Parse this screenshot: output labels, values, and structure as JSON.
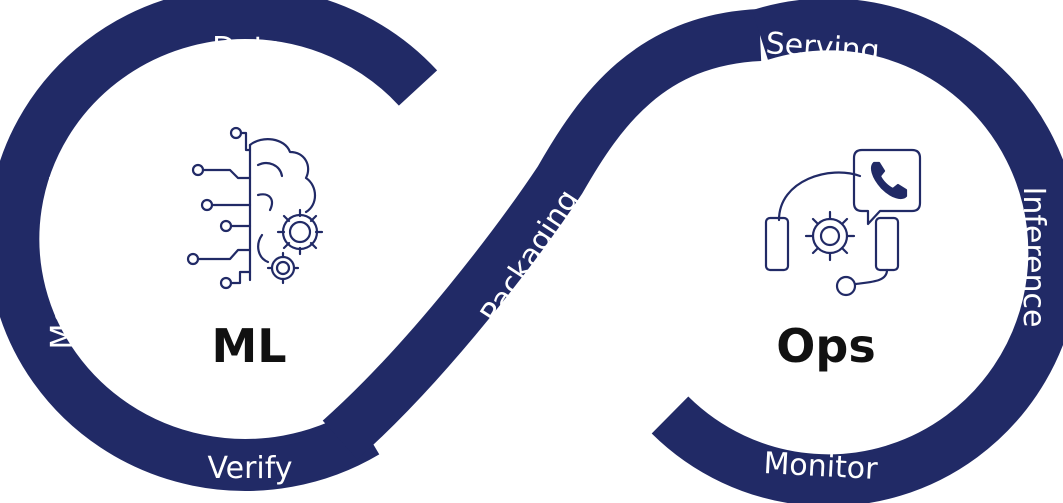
{
  "colors": {
    "band": "#212a66",
    "band_text": "#ffffff",
    "icon_stroke": "#212a66",
    "center_text": "#111111"
  },
  "band_labels": {
    "data": "Data",
    "model_build": "Model Build",
    "verify": "Verify",
    "packaging": "Packaging",
    "serving": "Serving",
    "inference": "Inference",
    "monitor": "Monitor"
  },
  "centers": {
    "left": "ML",
    "right": "Ops"
  },
  "icons": {
    "left": "brain-gears-icon",
    "right": "headset-support-icon"
  }
}
